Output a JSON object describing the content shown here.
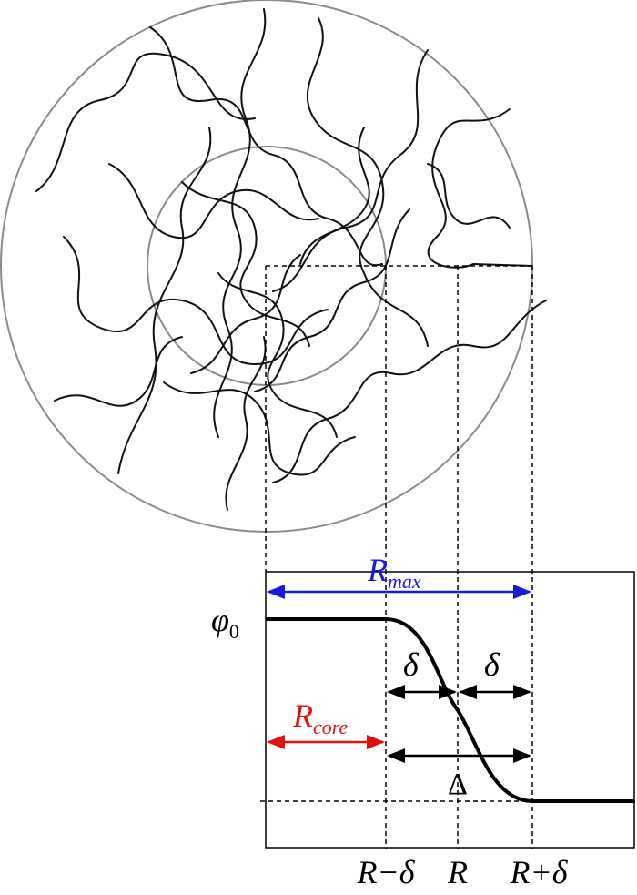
{
  "labels": {
    "phi": "φ",
    "phi_sub": "0",
    "r_max": "R",
    "r_max_sub": "max",
    "r_core": "R",
    "r_core_sub": "core",
    "delta_left": "δ",
    "delta_right": "δ",
    "big_delta": "Δ",
    "tick_r_minus_delta": "R−δ",
    "tick_r": "R",
    "tick_r_plus_delta": "R+δ"
  },
  "colors": {
    "r_max": "#1a1adc",
    "r_core": "#e01010",
    "ink": "#000000",
    "circle": "#8a8a8a"
  }
}
